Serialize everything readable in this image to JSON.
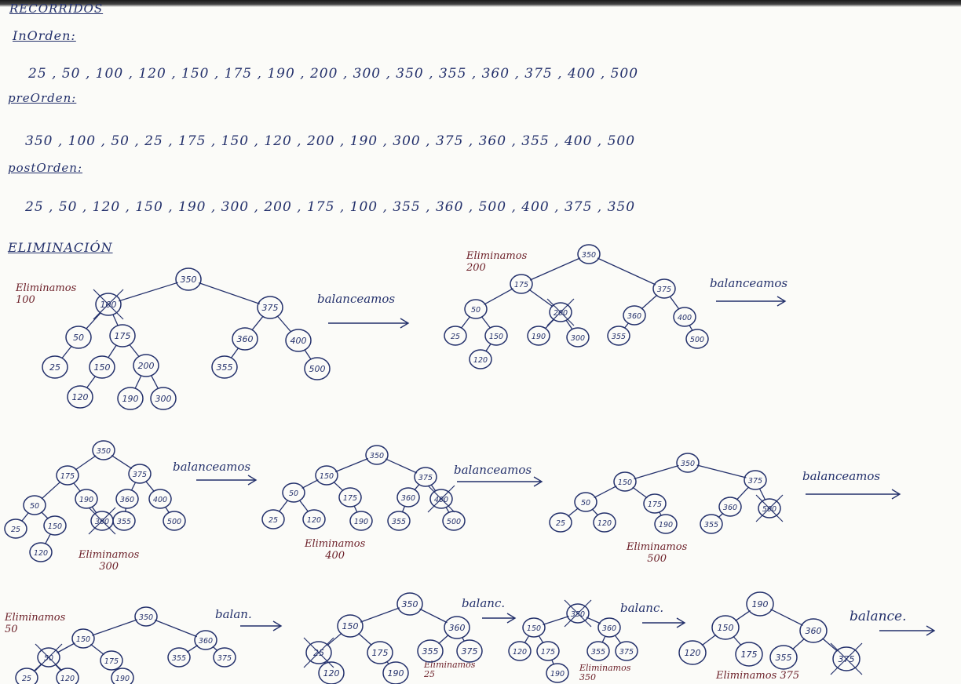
{
  "headings": {
    "recorridos": "RECORRIDOS",
    "inorden": "InOrden:",
    "preorden": "preOrden:",
    "postorden": "postOrden:",
    "eliminacion": "ELIMINACIÓN"
  },
  "sequences": {
    "inorden": "25 , 50 , 100 , 120 , 150 , 175 , 190 , 200 , 300 , 350 , 355 , 360 , 375 , 400 , 500",
    "preorden": "350 , 100 , 50 , 25 , 175 , 150 , 120 , 200 , 190 , 300 , 375 , 360 , 355 , 400 , 500",
    "postorden": "25 , 50 , 120 , 150 , 190 , 300 , 200 , 175 , 100 , 355 , 360 , 500 , 400 , 375 , 350"
  },
  "notes": [
    "Eliminamos\n100",
    "Eliminamos\n200",
    "Eliminamos\n300",
    "Eliminamos\n400",
    "Eliminamos\n500",
    "Eliminamos\n50",
    "Eliminamos\n25",
    "Eliminamos\n350",
    "Eliminamos 375"
  ],
  "balance_labels": [
    "balanceamos",
    "balanceamos",
    "balanceamos",
    "balanceamos",
    "balanceamos",
    "balan.",
    "balanc.",
    "balanc.",
    "balance."
  ],
  "colors": {
    "ink": "#23306b",
    "note_ink": "#6b1e27",
    "paper": "#fbfbf8"
  },
  "trees": [
    {
      "nodes": [
        {
          "id": "n350",
          "v": "350"
        },
        {
          "id": "n100",
          "v": "100",
          "x": true
        },
        {
          "id": "n375",
          "v": "375"
        },
        {
          "id": "n50",
          "v": "50"
        },
        {
          "id": "n175",
          "v": "175"
        },
        {
          "id": "n360",
          "v": "360"
        },
        {
          "id": "n400",
          "v": "400"
        },
        {
          "id": "n25",
          "v": "25"
        },
        {
          "id": "n150",
          "v": "150"
        },
        {
          "id": "n200",
          "v": "200"
        },
        {
          "id": "n355",
          "v": "355"
        },
        {
          "id": "n500",
          "v": "500"
        },
        {
          "id": "n120",
          "v": "120"
        },
        {
          "id": "n190",
          "v": "190"
        },
        {
          "id": "n300",
          "v": "300"
        }
      ],
      "edges": [
        [
          "n350",
          "n100"
        ],
        [
          "n350",
          "n375"
        ],
        [
          "n100",
          "n50"
        ],
        [
          "n100",
          "n175"
        ],
        [
          "n375",
          "n360"
        ],
        [
          "n375",
          "n400"
        ],
        [
          "n50",
          "n25"
        ],
        [
          "n175",
          "n150"
        ],
        [
          "n175",
          "n200"
        ],
        [
          "n360",
          "n355"
        ],
        [
          "n400",
          "n500"
        ],
        [
          "n150",
          "n120"
        ],
        [
          "n200",
          "n190"
        ],
        [
          "n200",
          "n300"
        ]
      ]
    },
    {
      "nodes": [
        {
          "id": "n350",
          "v": "350"
        },
        {
          "id": "n175",
          "v": "175"
        },
        {
          "id": "n375",
          "v": "375"
        },
        {
          "id": "n50",
          "v": "50"
        },
        {
          "id": "n200",
          "v": "200",
          "x": true
        },
        {
          "id": "n360",
          "v": "360"
        },
        {
          "id": "n400",
          "v": "400"
        },
        {
          "id": "n25",
          "v": "25"
        },
        {
          "id": "n150",
          "v": "150"
        },
        {
          "id": "n190",
          "v": "190"
        },
        {
          "id": "n300",
          "v": "300"
        },
        {
          "id": "n355",
          "v": "355"
        },
        {
          "id": "n500",
          "v": "500"
        },
        {
          "id": "n120",
          "v": "120"
        }
      ],
      "edges": [
        [
          "n350",
          "n175"
        ],
        [
          "n350",
          "n375"
        ],
        [
          "n175",
          "n50"
        ],
        [
          "n175",
          "n200"
        ],
        [
          "n375",
          "n360"
        ],
        [
          "n375",
          "n400"
        ],
        [
          "n50",
          "n25"
        ],
        [
          "n50",
          "n150"
        ],
        [
          "n200",
          "n190"
        ],
        [
          "n200",
          "n300"
        ],
        [
          "n360",
          "n355"
        ],
        [
          "n400",
          "n500"
        ],
        [
          "n150",
          "n120"
        ]
      ]
    },
    {
      "nodes": [
        {
          "id": "n350",
          "v": "350"
        },
        {
          "id": "n175",
          "v": "175"
        },
        {
          "id": "n375",
          "v": "375"
        },
        {
          "id": "n50",
          "v": "50"
        },
        {
          "id": "n190",
          "v": "190"
        },
        {
          "id": "n360",
          "v": "360"
        },
        {
          "id": "n400",
          "v": "400"
        },
        {
          "id": "n25",
          "v": "25"
        },
        {
          "id": "n150",
          "v": "150"
        },
        {
          "id": "n300",
          "v": "300",
          "x": true
        },
        {
          "id": "n355",
          "v": "355"
        },
        {
          "id": "n500",
          "v": "500"
        },
        {
          "id": "n120",
          "v": "120"
        }
      ],
      "edges": [
        [
          "n350",
          "n175"
        ],
        [
          "n350",
          "n375"
        ],
        [
          "n175",
          "n50"
        ],
        [
          "n175",
          "n190"
        ],
        [
          "n375",
          "n360"
        ],
        [
          "n375",
          "n400"
        ],
        [
          "n50",
          "n25"
        ],
        [
          "n50",
          "n150"
        ],
        [
          "n190",
          "n300"
        ],
        [
          "n360",
          "n355"
        ],
        [
          "n400",
          "n500"
        ],
        [
          "n150",
          "n120"
        ]
      ]
    },
    {
      "nodes": [
        {
          "id": "n350",
          "v": "350"
        },
        {
          "id": "n150",
          "v": "150"
        },
        {
          "id": "n375",
          "v": "375"
        },
        {
          "id": "n50",
          "v": "50"
        },
        {
          "id": "n175",
          "v": "175"
        },
        {
          "id": "n360",
          "v": "360"
        },
        {
          "id": "n400",
          "v": "400",
          "x": true
        },
        {
          "id": "n25",
          "v": "25"
        },
        {
          "id": "n120",
          "v": "120"
        },
        {
          "id": "n190",
          "v": "190"
        },
        {
          "id": "n355",
          "v": "355"
        },
        {
          "id": "n500",
          "v": "500"
        }
      ],
      "edges": [
        [
          "n350",
          "n150"
        ],
        [
          "n350",
          "n375"
        ],
        [
          "n150",
          "n50"
        ],
        [
          "n150",
          "n175"
        ],
        [
          "n375",
          "n360"
        ],
        [
          "n375",
          "n400"
        ],
        [
          "n50",
          "n25"
        ],
        [
          "n50",
          "n120"
        ],
        [
          "n175",
          "n190"
        ],
        [
          "n360",
          "n355"
        ],
        [
          "n400",
          "n500"
        ]
      ]
    },
    {
      "nodes": [
        {
          "id": "n350",
          "v": "350"
        },
        {
          "id": "n150",
          "v": "150"
        },
        {
          "id": "n375",
          "v": "375"
        },
        {
          "id": "n50",
          "v": "50"
        },
        {
          "id": "n175",
          "v": "175"
        },
        {
          "id": "n360",
          "v": "360"
        },
        {
          "id": "n500",
          "v": "500",
          "x": true
        },
        {
          "id": "n25",
          "v": "25"
        },
        {
          "id": "n120",
          "v": "120"
        },
        {
          "id": "n190",
          "v": "190"
        },
        {
          "id": "n355",
          "v": "355"
        }
      ],
      "edges": [
        [
          "n350",
          "n150"
        ],
        [
          "n350",
          "n375"
        ],
        [
          "n150",
          "n50"
        ],
        [
          "n150",
          "n175"
        ],
        [
          "n375",
          "n360"
        ],
        [
          "n375",
          "n500"
        ],
        [
          "n50",
          "n25"
        ],
        [
          "n50",
          "n120"
        ],
        [
          "n175",
          "n190"
        ],
        [
          "n360",
          "n355"
        ]
      ]
    },
    {
      "nodes": [
        {
          "id": "n350",
          "v": "350"
        },
        {
          "id": "n150",
          "v": "150"
        },
        {
          "id": "n360",
          "v": "360"
        },
        {
          "id": "n50",
          "v": "50",
          "x": true
        },
        {
          "id": "n175",
          "v": "175"
        },
        {
          "id": "n355",
          "v": "355"
        },
        {
          "id": "n375",
          "v": "375"
        },
        {
          "id": "n25",
          "v": "25"
        },
        {
          "id": "n120",
          "v": "120"
        },
        {
          "id": "n190",
          "v": "190"
        }
      ],
      "edges": [
        [
          "n350",
          "n150"
        ],
        [
          "n350",
          "n360"
        ],
        [
          "n150",
          "n50"
        ],
        [
          "n150",
          "n175"
        ],
        [
          "n360",
          "n355"
        ],
        [
          "n360",
          "n375"
        ],
        [
          "n50",
          "n25"
        ],
        [
          "n50",
          "n120"
        ],
        [
          "n175",
          "n190"
        ]
      ]
    },
    {
      "nodes": [
        {
          "id": "n350",
          "v": "350"
        },
        {
          "id": "n150",
          "v": "150"
        },
        {
          "id": "n360",
          "v": "360"
        },
        {
          "id": "n25",
          "v": "25",
          "x": true
        },
        {
          "id": "n175",
          "v": "175"
        },
        {
          "id": "n355",
          "v": "355"
        },
        {
          "id": "n375",
          "v": "375"
        },
        {
          "id": "n120",
          "v": "120"
        },
        {
          "id": "n190",
          "v": "190"
        }
      ],
      "edges": [
        [
          "n350",
          "n150"
        ],
        [
          "n350",
          "n360"
        ],
        [
          "n150",
          "n25"
        ],
        [
          "n150",
          "n175"
        ],
        [
          "n360",
          "n355"
        ],
        [
          "n360",
          "n375"
        ],
        [
          "n25",
          "n120"
        ],
        [
          "n175",
          "n190"
        ]
      ]
    },
    {
      "nodes": [
        {
          "id": "n350",
          "v": "350",
          "x": true
        },
        {
          "id": "n150",
          "v": "150"
        },
        {
          "id": "n360",
          "v": "360"
        },
        {
          "id": "n120",
          "v": "120"
        },
        {
          "id": "n175",
          "v": "175"
        },
        {
          "id": "n355",
          "v": "355"
        },
        {
          "id": "n375",
          "v": "375"
        },
        {
          "id": "n190",
          "v": "190"
        }
      ],
      "edges": [
        [
          "n350",
          "n150"
        ],
        [
          "n350",
          "n360"
        ],
        [
          "n150",
          "n120"
        ],
        [
          "n150",
          "n175"
        ],
        [
          "n360",
          "n355"
        ],
        [
          "n360",
          "n375"
        ],
        [
          "n175",
          "n190"
        ]
      ]
    },
    {
      "nodes": [
        {
          "id": "n190",
          "v": "190"
        },
        {
          "id": "n150",
          "v": "150"
        },
        {
          "id": "n360",
          "v": "360"
        },
        {
          "id": "n120",
          "v": "120"
        },
        {
          "id": "n175",
          "v": "175"
        },
        {
          "id": "n355",
          "v": "355"
        },
        {
          "id": "n375",
          "v": "375",
          "x": true
        }
      ],
      "edges": [
        [
          "n190",
          "n150"
        ],
        [
          "n190",
          "n360"
        ],
        [
          "n150",
          "n120"
        ],
        [
          "n150",
          "n175"
        ],
        [
          "n360",
          "n355"
        ],
        [
          "n360",
          "n375"
        ]
      ]
    }
  ]
}
